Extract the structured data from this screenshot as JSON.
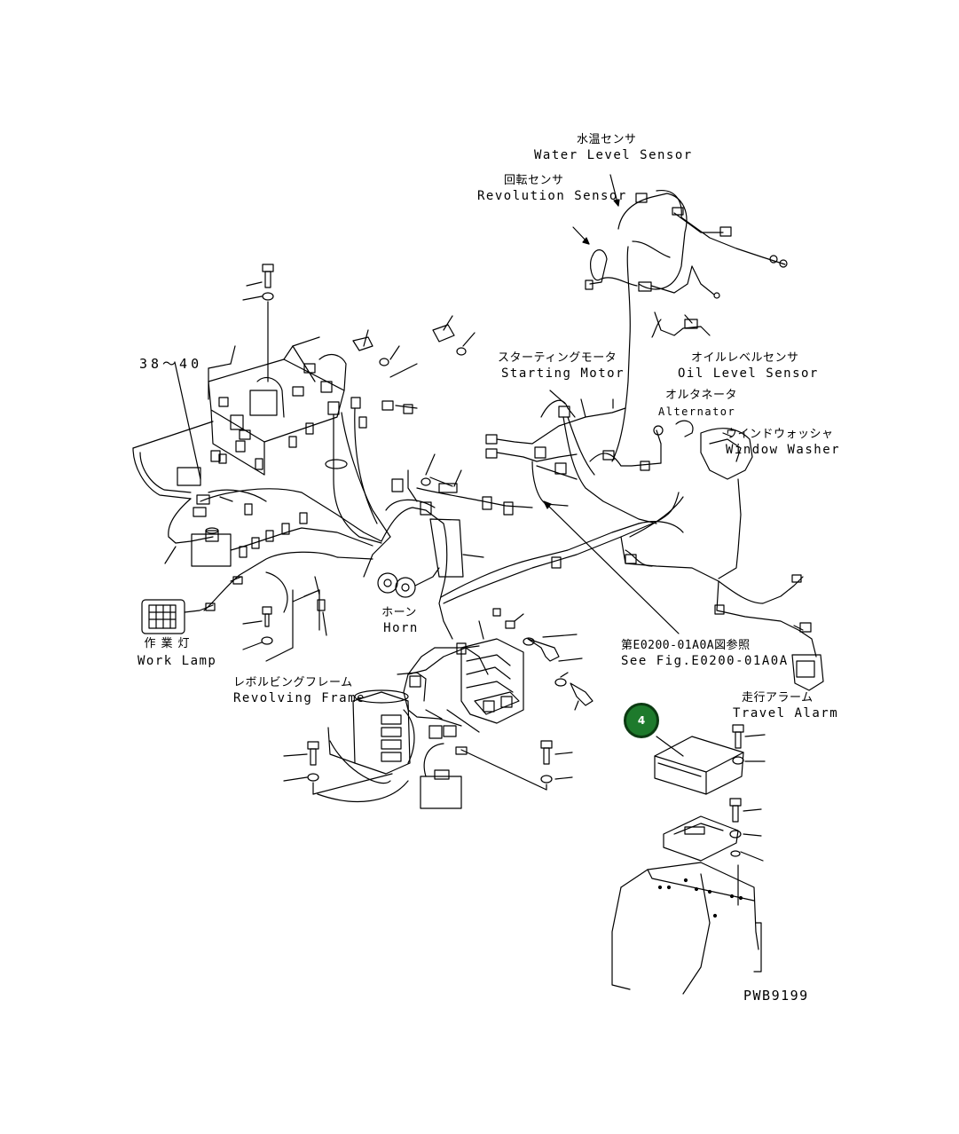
{
  "figure_id": "PWB9199",
  "callout": {
    "number": "4",
    "color": "#1e7a2c"
  },
  "labels": {
    "water_level_jp": "水温センサ",
    "water_level_en": "Water Level Sensor",
    "revolution_jp": "回転センサ",
    "revolution_en": "Revolution Sensor",
    "starting_motor_jp": "スターティングモータ",
    "starting_motor_en": "Starting Motor",
    "oil_level_jp": "オイルレベルセンサ",
    "oil_level_en": "Oil Level Sensor",
    "alternator_jp": "オルタネータ",
    "alternator_en": "Alternator",
    "window_washer_jp": "ウインドウォッシャ",
    "window_washer_en": "Window Washer",
    "range_38_40": "38～40",
    "horn_jp": "ホーン",
    "horn_en": "Horn",
    "work_lamp_jp": "作業灯",
    "work_lamp_en": "Work Lamp",
    "see_fig_jp": "第E0200-01A0A図参照",
    "see_fig_en": "See Fig.E0200-01A0A",
    "revolving_frame_jp": "レボルビングフレーム",
    "revolving_frame_en": "Revolving Frame",
    "travel_alarm_jp": "走行アラーム",
    "travel_alarm_en": "Travel Alarm"
  }
}
